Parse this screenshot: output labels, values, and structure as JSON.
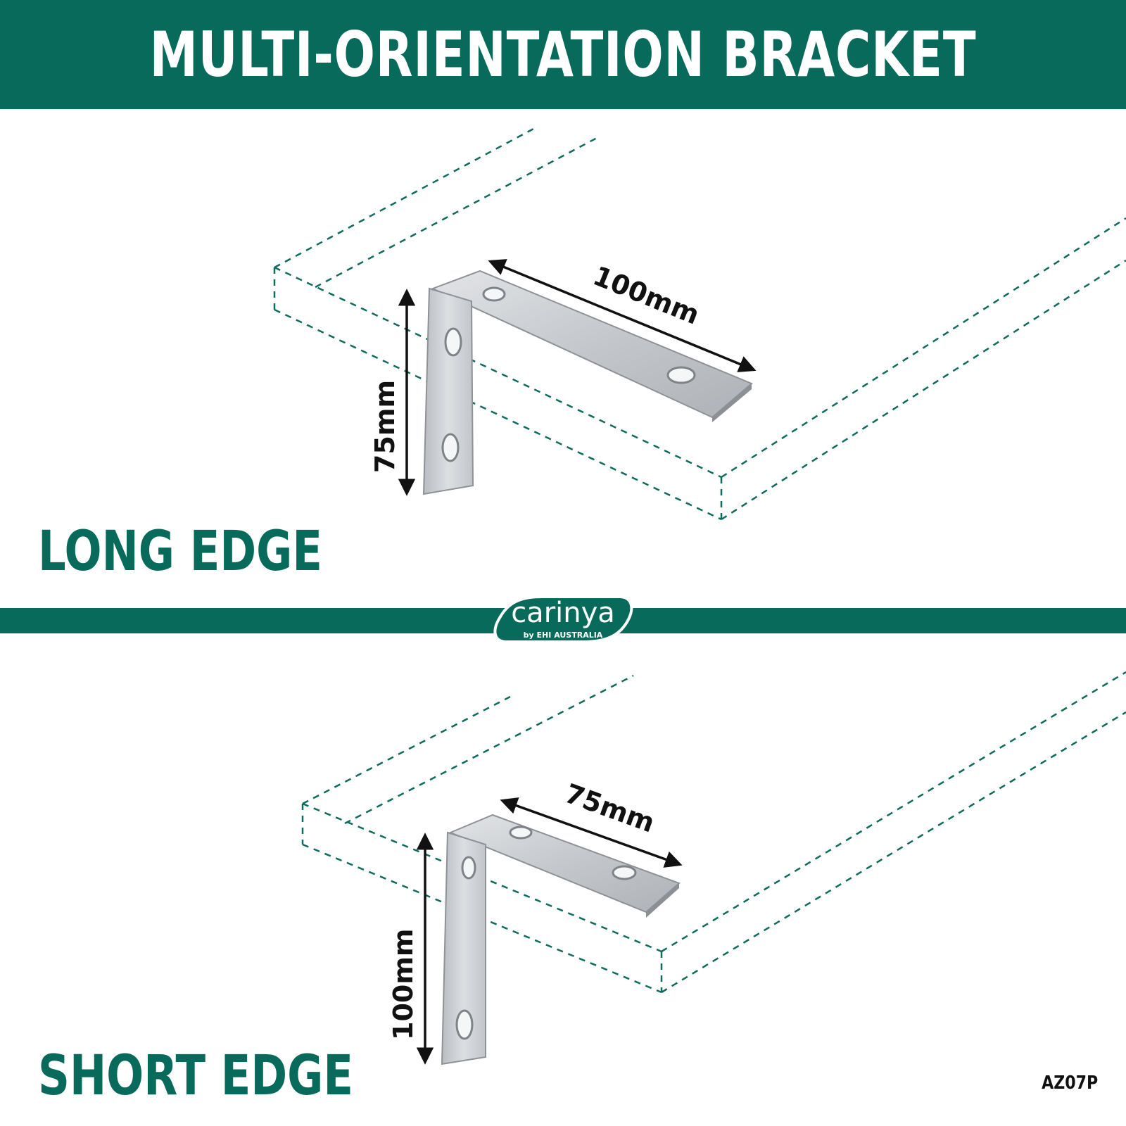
{
  "header": {
    "title": "MULTI-ORIENTATION BRACKET"
  },
  "long_edge": {
    "label": "LONG EDGE",
    "horizontal_dimension": "100mm",
    "vertical_dimension": "75mm"
  },
  "short_edge": {
    "label": "SHORT EDGE",
    "horizontal_dimension": "75mm",
    "vertical_dimension": "100mm"
  },
  "logo": {
    "brand": "carinya",
    "tagline": "by EHI AUSTRALIA"
  },
  "product_code": "AZ07P",
  "colors": {
    "brand_green": "#076a5a",
    "dashed_outline": "#0f6b5b",
    "steel": "#c9ccd0",
    "text_dark": "#111111"
  }
}
